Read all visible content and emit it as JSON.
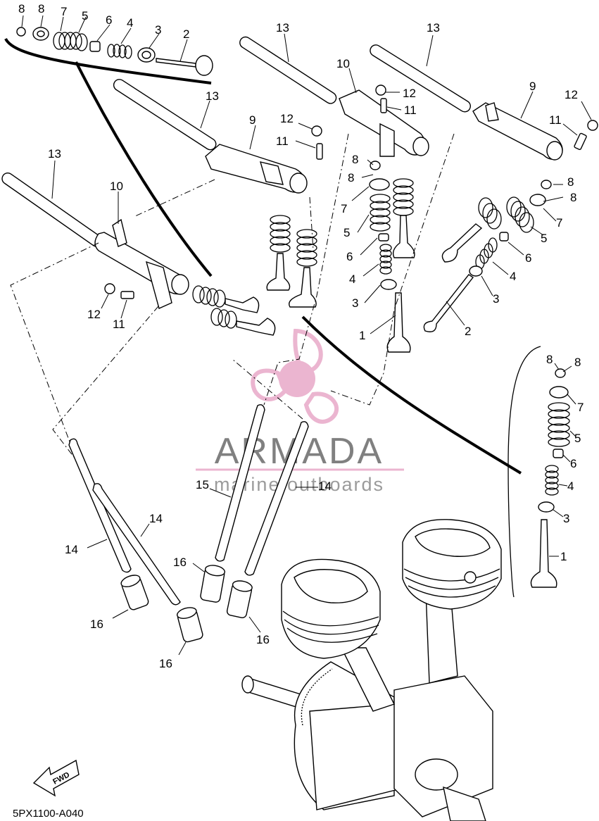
{
  "diagram_code": "5PX1100-A040",
  "fwd_label": "FWD",
  "watermark": {
    "brand": "ARMADA",
    "tagline": "marine outboards",
    "accent_color": "#e8a9c8",
    "text_color": "#6b6b6b"
  },
  "callouts": {
    "c2a": "2",
    "c3a": "3",
    "c4a": "4",
    "c5a": "5",
    "c6a": "6",
    "c7a": "7",
    "c8a": "8",
    "c8b": "8",
    "c13a": "13",
    "c13b": "13",
    "c13c": "13",
    "c13d": "13",
    "c10a": "10",
    "c10b": "10",
    "c9a": "9",
    "c9b": "9",
    "c12a": "12",
    "c12b": "12",
    "c12c": "12",
    "c12d": "12",
    "c11a": "11",
    "c11b": "11",
    "c11c": "11",
    "c11d": "11",
    "c8c": "8",
    "c8d": "8",
    "c7b": "7",
    "c5b": "5",
    "c6b": "6",
    "c4b": "4",
    "c3b": "3",
    "c1a": "1",
    "c8e": "8",
    "c8f": "8",
    "c7c": "7",
    "c5c": "5",
    "c6c": "6",
    "c4c": "4",
    "c3c": "3",
    "c2b": "2",
    "c8g": "8",
    "c8h": "8",
    "c7d": "7",
    "c5d": "5",
    "c6d": "6",
    "c4d": "4",
    "c3d": "3",
    "c1b": "1",
    "c15": "15",
    "c14a": "14",
    "c14b": "14",
    "c14c": "14",
    "c16a": "16",
    "c16b": "16",
    "c16c": "16",
    "c16d": "16"
  }
}
